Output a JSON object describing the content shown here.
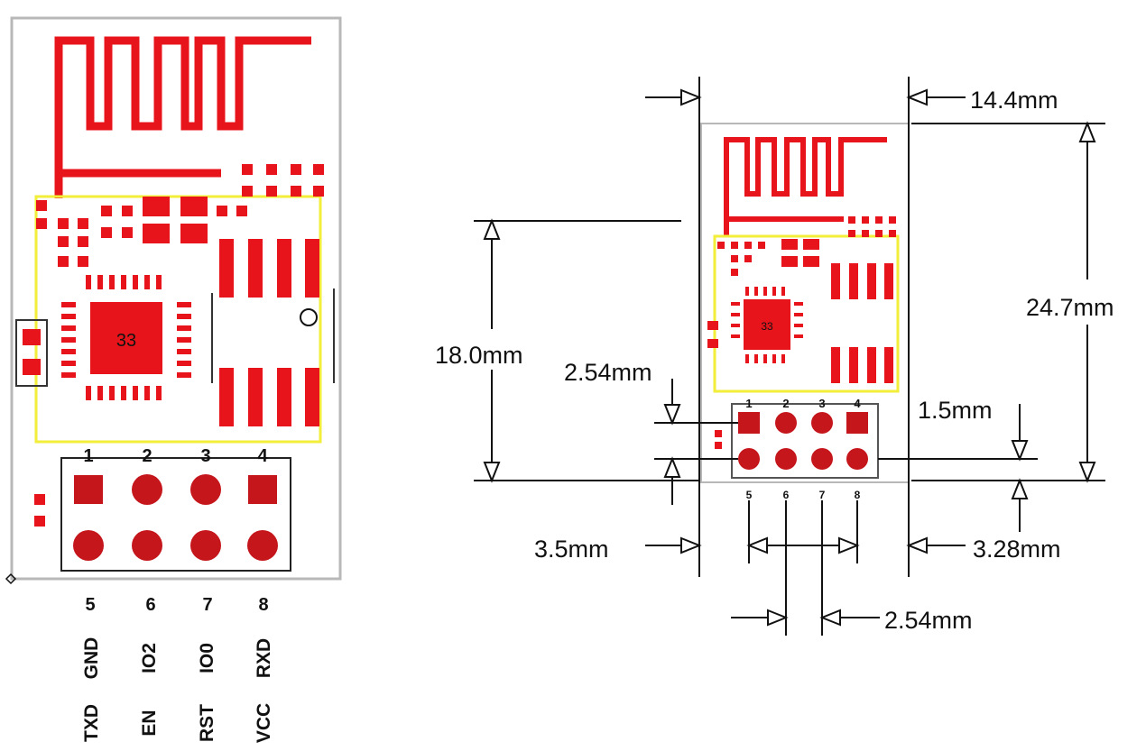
{
  "left_module": {
    "chip_label": "33",
    "pin_numbers_top": [
      "1",
      "2",
      "3",
      "4"
    ],
    "pin_numbers_bottom": [
      "5",
      "6",
      "7",
      "8"
    ],
    "signals_row1": [
      "GND",
      "IO2",
      "IO0",
      "RXD"
    ],
    "signals_row2": [
      "TXD",
      "EN",
      "RST",
      "VCC"
    ]
  },
  "right_module": {
    "chip_label": "33",
    "pin_numbers_top": [
      "1",
      "2",
      "3",
      "4"
    ],
    "pin_numbers_bottom": [
      "5",
      "6",
      "7",
      "8"
    ]
  },
  "dimensions": {
    "width": "14.4mm",
    "height": "24.7mm",
    "header_to_top": "18.0mm",
    "pin_row_pitch": "2.54mm",
    "header_bottom_offset": "1.5mm",
    "left_offset": "3.5mm",
    "right_offset": "3.28mm",
    "pin_column_pitch": "2.54mm"
  },
  "colors": {
    "copper": "#e8141b",
    "silkscreen": "#f2ee3a",
    "outline": "#b8b8b8",
    "pad": "#c5161c"
  }
}
